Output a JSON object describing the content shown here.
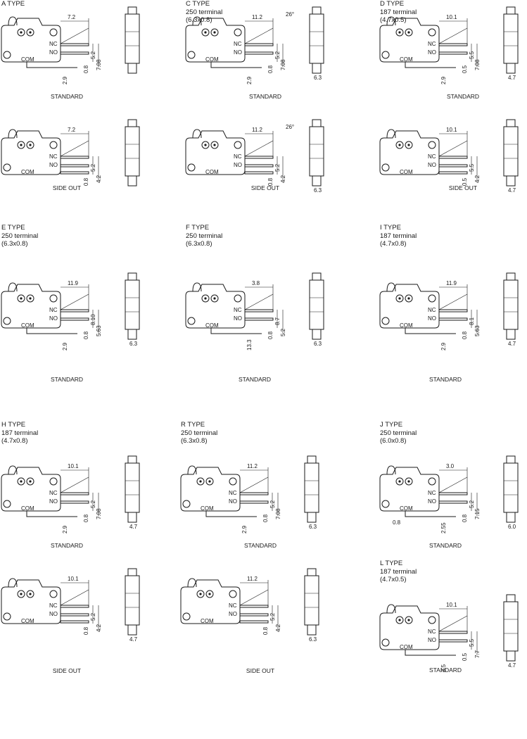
{
  "panels": [
    {
      "id": "a",
      "header": [
        "A TYPE"
      ],
      "cap1": "STANDARD",
      "cap2": "SIDE OUT",
      "s": {
        "w": "7.2",
        "v1": "5.2",
        "v2": "7.08",
        "b1": "0.8",
        "b2": "2.9"
      },
      "o": {
        "w": "7.2",
        "v1": "5.2",
        "v2": "4.2",
        "b1": "0.8"
      }
    },
    {
      "id": "c",
      "header": [
        "C TYPE",
        "250 terminal",
        "(6.3x0.8)"
      ],
      "cap1": "STANDARD",
      "cap2": "SIDE OUT",
      "s": {
        "w": "11.2",
        "v1": "5.2",
        "v2": "7.08",
        "b1": "0.8",
        "b2": "2.9",
        "ang": "26°",
        "tw": "6.3"
      },
      "o": {
        "w": "11.2",
        "v1": "5.2",
        "v2": "4.2",
        "b1": "0.8",
        "ang": "26°",
        "tw": "6.3"
      }
    },
    {
      "id": "d",
      "header": [
        "D TYPE",
        "187 terminal",
        "(4.7x0.5)"
      ],
      "cap1": "STANDARD",
      "cap2": "SIDE OUT",
      "s": {
        "w": "10.1",
        "v1": "5.5",
        "v2": "7.08",
        "b1": "0.5",
        "b2": "2.9",
        "tw": "4.7"
      },
      "o": {
        "w": "10.1",
        "v1": "5.5",
        "v2": "4.2",
        "b1": "0.5",
        "tw": "4.7"
      }
    },
    {
      "id": "e",
      "header": [
        "E TYPE",
        "250 terminal",
        "(6.3x0.8)"
      ],
      "cap1": "STANDARD",
      "s": {
        "w": "11.9",
        "v1": "8.10",
        "v2": "5.63",
        "b1": "0.8",
        "b2": "2.9",
        "tw": "6.3"
      }
    },
    {
      "id": "f",
      "header": [
        "F TYPE",
        "250 terminal",
        "(6.3x0.8)"
      ],
      "cap1": "STANDARD",
      "s": {
        "w": "3.8",
        "v1": "8.7",
        "v2": "5.2",
        "b1": "0.8",
        "b2": "13.3",
        "tw": "6.3"
      }
    },
    {
      "id": "i",
      "header": [
        "I TYPE",
        "187 terminal",
        "(4.7x0.8)"
      ],
      "cap1": "STANDARD",
      "s": {
        "w": "11.9",
        "v1": "8.1",
        "v2": "5.63",
        "b1": "0.8",
        "b2": "2.9",
        "tw": "4.7"
      }
    },
    {
      "id": "h",
      "header": [
        "H TYPE",
        "187 terminal",
        "(4.7x0.8)"
      ],
      "cap1": "STANDARD",
      "cap2": "SIDE OUT",
      "s": {
        "w": "10.1",
        "v1": "5.2",
        "v2": "7.08",
        "b1": "0.8",
        "b2": "2.9",
        "tw": "4.7"
      },
      "o": {
        "w": "10.1",
        "v1": "5.2",
        "v2": "4.2",
        "b1": "0.8",
        "tw": "4.7"
      }
    },
    {
      "id": "r",
      "header": [
        "R TYPE",
        "250 terminal",
        "(6.3x0.8)"
      ],
      "cap1": "STANDARD",
      "cap2": "SIDE OUT",
      "s": {
        "w": "11.2",
        "v1": "5.2",
        "v2": "7.08",
        "b1": "0.8",
        "b2": "2.9",
        "tw": "6.3"
      },
      "o": {
        "w": "11.2",
        "v1": "5.2",
        "v2": "4.2",
        "b1": "0.8",
        "tw": "6.3"
      }
    },
    {
      "id": "j",
      "header": [
        "J TYPE",
        "250 terminal",
        "(6.0x0.8)"
      ],
      "cap1": "STANDARD",
      "s": {
        "w": "3.0",
        "v1": "5.2",
        "v2": "7.15",
        "b1": "0.8",
        "b2": "2.55",
        "b3": "0.8",
        "tw": "6.0"
      }
    },
    {
      "id": "l",
      "header": [
        "L TYPE",
        "187 terminal",
        "(4.7x0.5)"
      ],
      "cap1": "STANDARD",
      "s": {
        "w": "10.1",
        "v1": "5.5",
        "v2": "7.7",
        "b1": "0.5",
        "b2": "3.5",
        "tw": "4.7"
      }
    }
  ],
  "terminal_labels": {
    "nc": "NC",
    "no": "NO",
    "com": "COM"
  }
}
